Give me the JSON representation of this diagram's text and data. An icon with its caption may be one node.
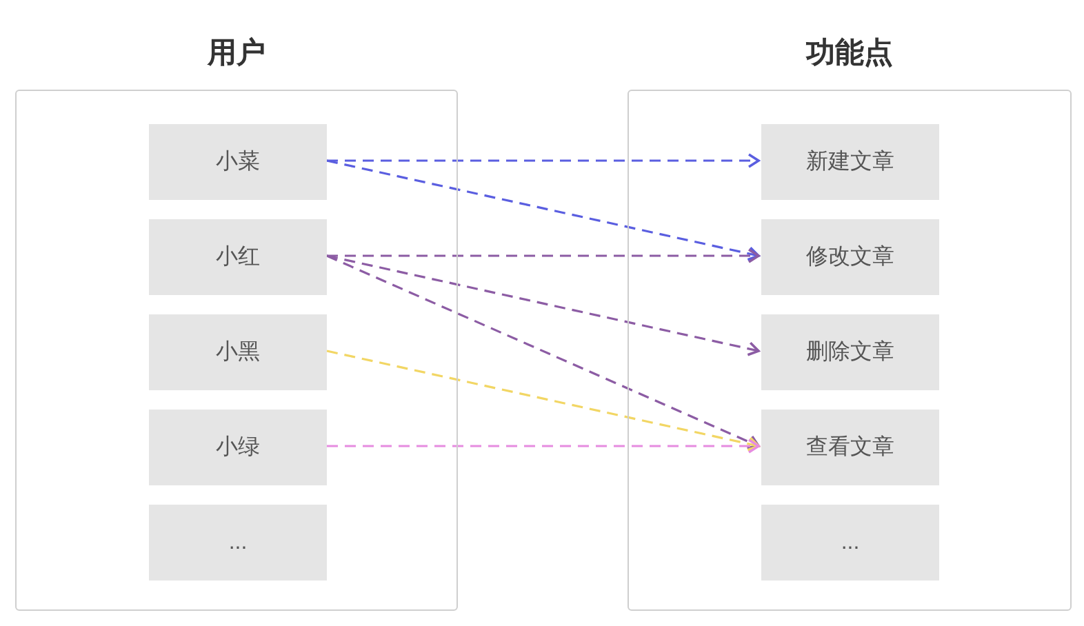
{
  "diagram": {
    "nodes": [
      {
        "text": [
          "用户"
        ]
      },
      {
        "text": [
          "小菜"
        ],
        "in": 0
      },
      {
        "text": [
          "小红"
        ],
        "in": 0
      },
      {
        "text": [
          "小黑"
        ],
        "in": 0
      },
      {
        "text": [
          "小绿"
        ],
        "in": 0
      },
      {
        "text": [
          "..."
        ],
        "in": 0
      },
      {
        "text": [
          "功能点"
        ]
      },
      {
        "text": [
          "新建文章"
        ],
        "in": 6
      },
      {
        "text": [
          "修改文章"
        ],
        "in": 6
      },
      {
        "text": [
          "删除文章"
        ],
        "in": 6
      },
      {
        "text": [
          "查看文章"
        ],
        "in": 6
      },
      {
        "text": [
          "..."
        ],
        "in": 6
      }
    ],
    "edges": [
      {
        "from": 1,
        "to": 7,
        "arrow": "to",
        "style": "dashed",
        "color": "#5a5ee0"
      },
      {
        "from": 1,
        "to": 8,
        "arrow": "to",
        "style": "dashed",
        "color": "#5a5ee0"
      },
      {
        "from": 2,
        "to": 8,
        "arrow": "to",
        "style": "dashed",
        "color": "#8c5ca4"
      },
      {
        "from": 2,
        "to": 9,
        "arrow": "to",
        "style": "dashed",
        "color": "#8c5ca4"
      },
      {
        "from": 2,
        "to": 10,
        "arrow": "to",
        "style": "dashed",
        "color": "#8c5ca4"
      },
      {
        "from": 3,
        "to": 10,
        "arrow": "to",
        "style": "dashed",
        "color": "#f2d664"
      },
      {
        "from": 4,
        "to": 10,
        "arrow": "to",
        "style": "dashed",
        "color": "#e68ce0"
      }
    ]
  }
}
